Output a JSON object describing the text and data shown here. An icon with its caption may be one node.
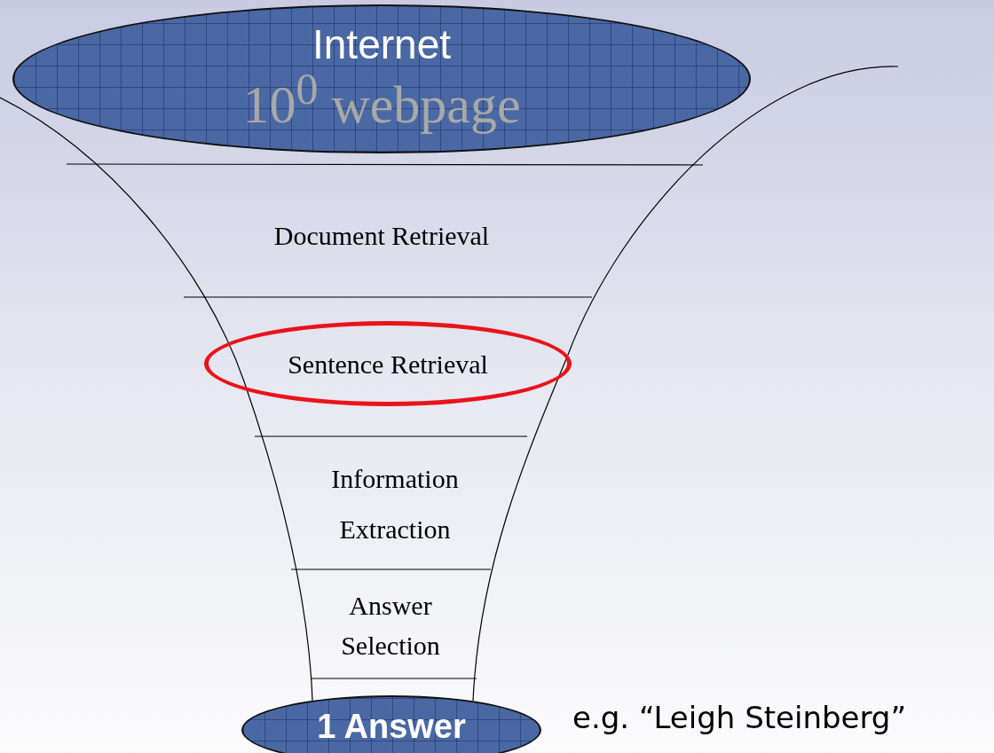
{
  "diagram": {
    "nodes": [
      {
        "text": [
          "Internet",
          "10$^{0}$ webpage"
        ]
      },
      {
        "text": [
          "Document Retrieval"
        ]
      },
      {
        "text": [
          "Sentence Retrieval"
        ]
      },
      {
        "text": [
          "Information Extraction"
        ]
      },
      {
        "text": [
          "Answer Selection"
        ]
      },
      {
        "text": [
          "1 Answer"
        ],
        "beside": [
          "e.g. “Leigh Steinberg”"
        ]
      }
    ]
  }
}
